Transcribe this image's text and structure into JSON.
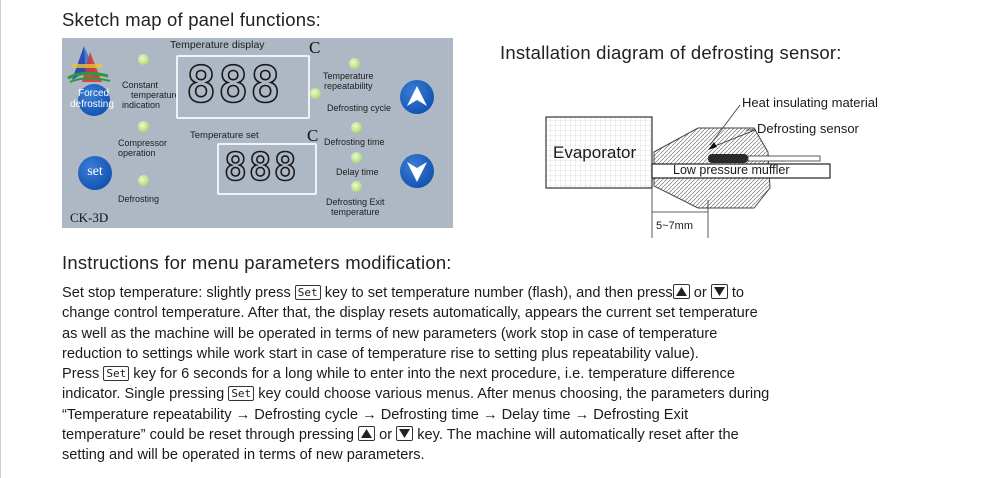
{
  "headings": {
    "panel": "Sketch map of panel functions:",
    "install": "Installation diagram of defrosting sensor:",
    "instructions": "Instructions for menu parameters modification:"
  },
  "panel": {
    "temp_display_label": "Temperature display",
    "temp_set_label": "Temperature set",
    "c_mark": "C",
    "display_digits": "888",
    "forced_defrosting": [
      "Forced",
      "defrosting"
    ],
    "constant_temp_indication": [
      "Constant",
      "temperature",
      "indication"
    ],
    "compressor_operation": [
      "Compressor",
      "operation"
    ],
    "defrosting": "Defrosting",
    "set_button": "set",
    "model": "CK-3D",
    "temperature_repeatability": [
      "Temperature",
      "repeatability"
    ],
    "defrosting_cycle": "Defrosting cycle",
    "defrosting_time": "Defrosting time",
    "delay_time": "Delay time",
    "defrosting_exit_temperature": [
      "Defrosting Exit",
      "temperature"
    ]
  },
  "install": {
    "evaporator": "Evaporator",
    "heat_insulating_material": "Heat insulating material",
    "defrosting_sensor": "Defrosting sensor",
    "low_pressure_muffler": "Low pressure muffler",
    "dimension": "5~7mm"
  },
  "instructions": {
    "set_key": "Set",
    "l1a": "Set stop temperature: slightly press ",
    "l1b": " key to set temperature number (flash), and then press",
    "l1c": " or ",
    "l1d": " to",
    "l2": "change control temperature. After that, the display resets automatically, appears the current set temperature",
    "l3": "as well as the machine will be operated in terms of new parameters (work stop in case of temperature",
    "l4": "reduction to settings while work start in case of temperature rise to setting plus repeatability value).",
    "l5a": "Press ",
    "l5b": " key for 6 seconds for a long while to enter into the next procedure, i.e. temperature difference",
    "l6a": "indicator. Single pressing ",
    "l6b": " key could choose various menus. After menus choosing, the parameters during",
    "l7": "“Temperature repeatability →  Defrosting cycle  → Defrosting time → Delay time → Defrosting Exit",
    "l8a": "temperature” could be reset through pressing ",
    "l8b": " or ",
    "l8c": " key. The machine will automatically reset after the",
    "l9": "setting and will be operated in terms of new parameters."
  },
  "colors": {
    "panel_bg": "#aeb8c4",
    "button_blue": "#1456b3",
    "led_green": "#b9df86"
  }
}
